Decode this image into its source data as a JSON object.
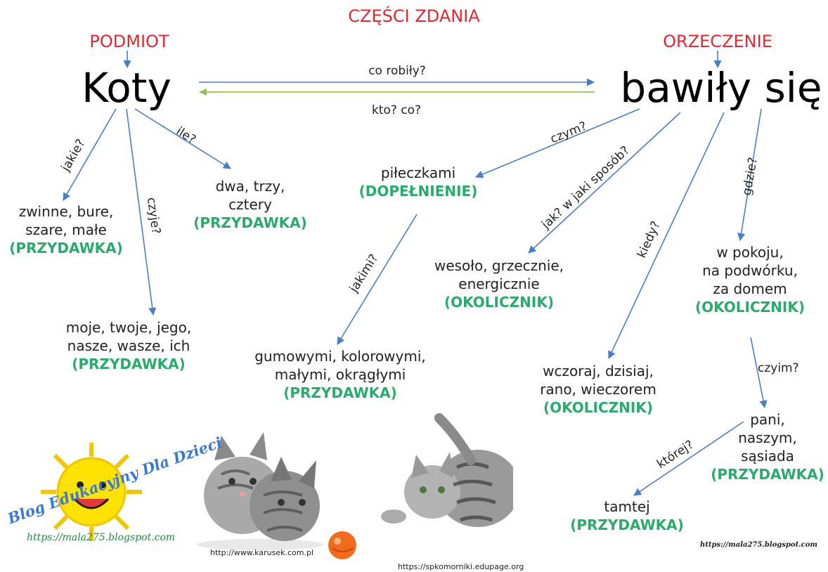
{
  "title": "CZĘŚCI ZDANIA",
  "subject": {
    "heading": "PODMIOT",
    "word": "Koty"
  },
  "predicate": {
    "heading": "ORZECZENIE",
    "word": "bawiły się"
  },
  "links": {
    "subject_to_predicate": "co robiły?",
    "predicate_to_subject": "kto? co?"
  },
  "questions": {
    "jakie": "jakie?",
    "czyje": "czyje?",
    "ile": "ile?",
    "czym": "czym?",
    "jakimi": "jakimi?",
    "jak": "jak? w jaki sposób?",
    "kiedy": "kiedy?",
    "gdzie": "gdzie?",
    "czyim": "czyim?",
    "ktorej": "której?"
  },
  "nodes": {
    "zwinne": {
      "lines": [
        "zwinne, bure,",
        "szare, małe"
      ],
      "tag": "(PRZYDAWKA)"
    },
    "moje": {
      "lines": [
        "moje, twoje, jego,",
        "nasze, wasze, ich"
      ],
      "tag": "(PRZYDAWKA)"
    },
    "dwa": {
      "lines": [
        "dwa, trzy,",
        "cztery"
      ],
      "tag": "(PRZYDAWKA)"
    },
    "pileczkami": {
      "lines": [
        "piłeczkami"
      ],
      "tag": "(DOPEŁNIENIE)"
    },
    "gumowymi": {
      "lines": [
        "gumowymi, kolorowymi,",
        "małymi, okrągłymi"
      ],
      "tag": "(PRZYDAWKA)"
    },
    "wesolo": {
      "lines": [
        "wesoło, grzecznie,",
        "energicznie"
      ],
      "tag": "(OKOLICZNIK)"
    },
    "wczoraj": {
      "lines": [
        "wczoraj, dzisiaj,",
        "rano, wieczorem"
      ],
      "tag": "(OKOLICZNIK)"
    },
    "pokoju": {
      "lines": [
        "w pokoju,",
        "na podwórku,",
        "za domem"
      ],
      "tag": "(OKOLICZNIK)"
    },
    "pani": {
      "lines": [
        "pani,",
        "naszym,",
        "sąsiada"
      ],
      "tag": "(PRZYDAWKA)"
    },
    "tamtej": {
      "lines": [
        "tamtej"
      ],
      "tag": "(PRZYDAWKA)"
    }
  },
  "logo": {
    "text": "Blog Edukacyjny Dla Dzieci",
    "url": "https://mala275.blogspot.com"
  },
  "credits": {
    "karusek": "http://www.karusek.com.pl",
    "edupage": "https://spkomorniki.edupage.org",
    "mala": "https://mala275.blogspot.com"
  },
  "colors": {
    "heading": "#e0282e",
    "tag": "#2aaa6c",
    "arrow": "#4a7fc1",
    "back_arrow": "#8fbf4a"
  }
}
